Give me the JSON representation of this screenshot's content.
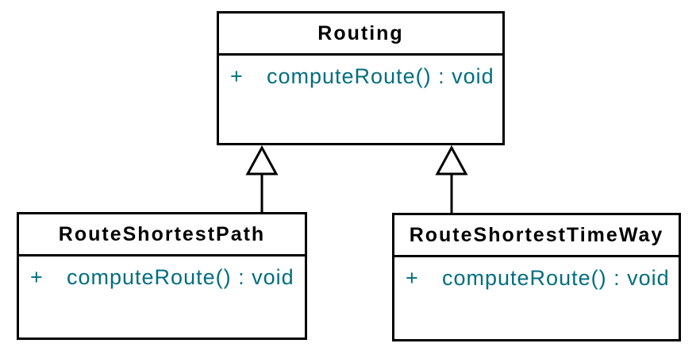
{
  "diagram": {
    "type": "uml-class-diagram",
    "classes": [
      {
        "name": "Routing",
        "methods": [
          {
            "visibility": "+",
            "signature": "computeRoute() : void"
          }
        ]
      },
      {
        "name": "RouteShortestPath",
        "methods": [
          {
            "visibility": "+",
            "signature": "computeRoute() : void"
          }
        ]
      },
      {
        "name": "RouteShortestTimeWay",
        "methods": [
          {
            "visibility": "+",
            "signature": "computeRoute() : void"
          }
        ]
      }
    ],
    "relationships": [
      {
        "type": "generalization",
        "from": "RouteShortestPath",
        "to": "Routing",
        "arrowhead": "hollow-triangle"
      },
      {
        "type": "generalization",
        "from": "RouteShortestTimeWay",
        "to": "Routing",
        "arrowhead": "hollow-triangle"
      }
    ],
    "colors": {
      "background": "#ffffff",
      "border": "#000000",
      "class_name_text": "#000000",
      "method_text": "#006e7f"
    }
  }
}
